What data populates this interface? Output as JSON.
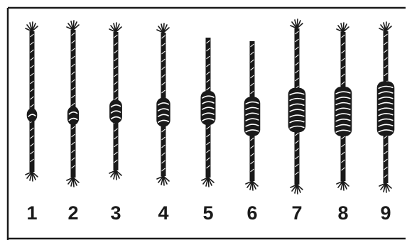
{
  "knots": [
    {
      "label": "1",
      "wraps": 1
    },
    {
      "label": "2",
      "wraps": 2
    },
    {
      "label": "3",
      "wraps": 3
    },
    {
      "label": "4",
      "wraps": 4
    },
    {
      "label": "5",
      "wraps": 5
    },
    {
      "label": "6",
      "wraps": 6
    },
    {
      "label": "7",
      "wraps": 7
    },
    {
      "label": "8",
      "wraps": 8
    },
    {
      "label": "9",
      "wraps": 9
    }
  ],
  "colors": {
    "ink": "#1a1a1a",
    "paper": "#ffffff",
    "highlight": "#ffffff"
  }
}
